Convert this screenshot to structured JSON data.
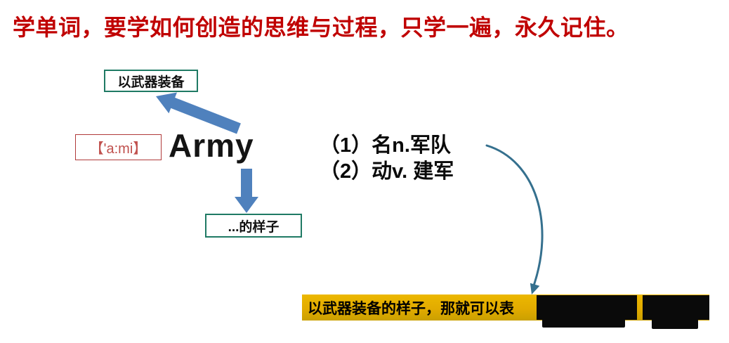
{
  "title": "学单词，要学如何创造的思维与过程，只学一遍，永久记住。",
  "diagram": {
    "word": "Army",
    "phonetic": "【'a:mi】",
    "etymology_box": "以武器装备",
    "suffix_box": "...的样子",
    "meanings": [
      "（1）名n.军队",
      "（2）动v. 建军"
    ],
    "note": "以武器装备的样子，那就可以表"
  },
  "colors": {
    "title_red": "#c00000",
    "arrow_blue": "#4f81bd",
    "box_green": "#1f7a64",
    "phonetic_red": "#b03a3a",
    "note_yellow": "#e2ab00"
  }
}
